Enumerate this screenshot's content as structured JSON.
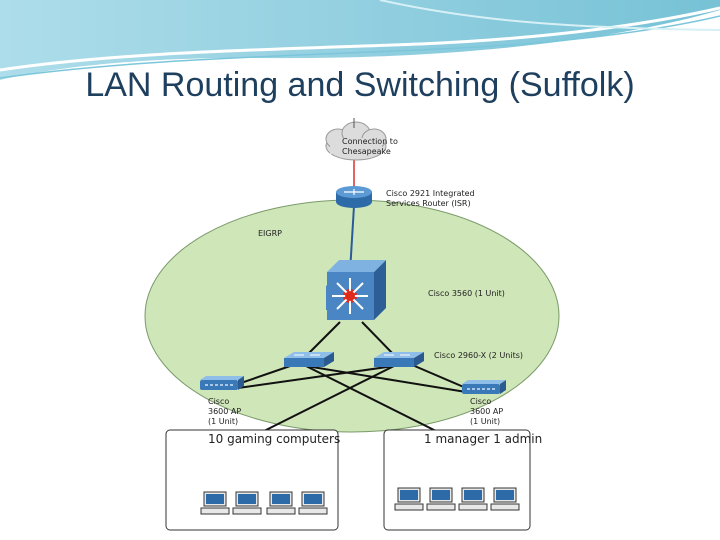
{
  "slide": {
    "title": "LAN Routing and Switching (Suffolk)"
  },
  "diagram": {
    "cloud_label_1": "Connection to",
    "cloud_label_2": "Chesapeake",
    "router_label_1": "Cisco 2921 Integrated",
    "router_label_2": "Services Router (ISR)",
    "eigrp_label": "EIGRP",
    "core_switch_label": "Cisco 3560 (1 Unit)",
    "access_switch_label": "Cisco 2960-X (2 Units)",
    "ap_left_label_1": "Cisco",
    "ap_left_label_2": "3600 AP",
    "ap_left_label_3": "(1 Unit)",
    "ap_right_label_1": "Cisco",
    "ap_right_label_2": "3600 AP",
    "ap_right_label_3": "(1 Unit)",
    "group_left_label": "10 gaming computers",
    "group_right_label": "1 manager 1 admin",
    "colors": {
      "eigrp_area": "#cfe6b8",
      "device_blue": "#3a79b8",
      "core_icon_red": "#e02a1c",
      "uplink_red": "#d83030"
    }
  }
}
